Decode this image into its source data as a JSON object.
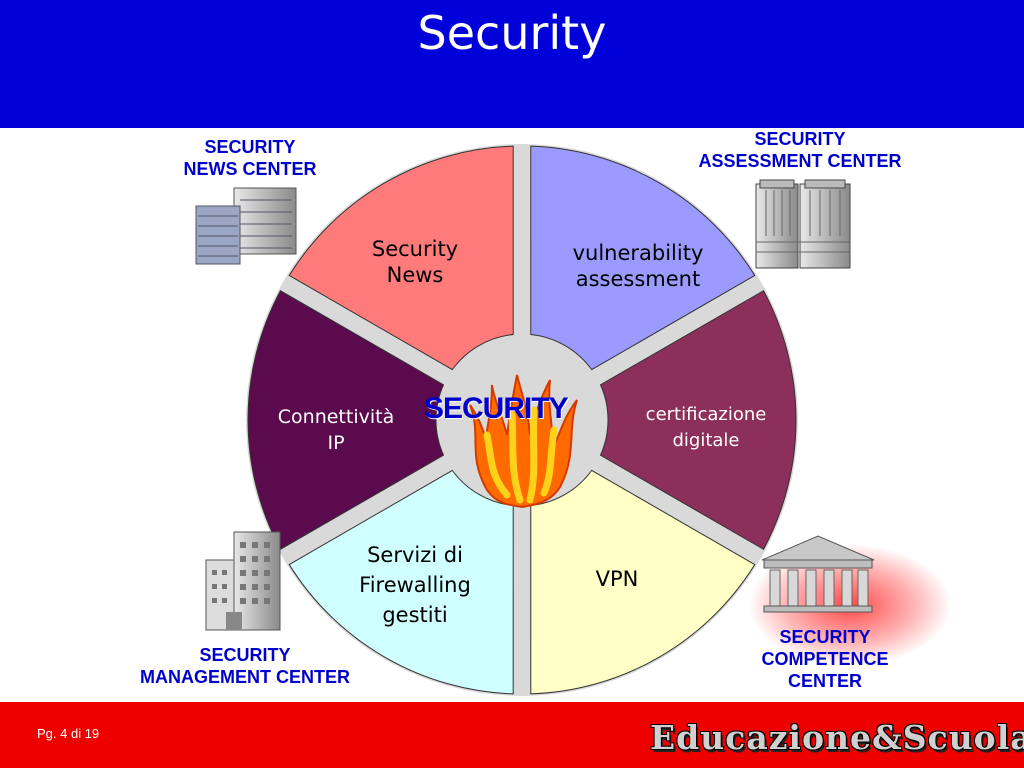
{
  "header": {
    "title": "Security"
  },
  "center": {
    "label": "SECURITY"
  },
  "segments": {
    "security_news": {
      "line1": "Security",
      "line2": "News"
    },
    "vulnerability": {
      "line1": "vulnerability",
      "line2": "assessment"
    },
    "certificazione": {
      "line1": "certificazione",
      "line2": "digitale"
    },
    "vpn": {
      "line1": "VPN"
    },
    "firewalling": {
      "line1": "Servizi di",
      "line2": "Firewalling",
      "line3": "gestiti"
    },
    "connettivita": {
      "line1": "Connettività",
      "line2": "IP"
    }
  },
  "corners": {
    "news_center": {
      "line1": "SECURITY",
      "line2": "NEWS CENTER"
    },
    "assessment_center": {
      "line1": "SECURITY",
      "line2": "ASSESSMENT CENTER"
    },
    "management_center": {
      "line1": "SECURITY",
      "line2": "MANAGEMENT CENTER"
    },
    "competence_center": {
      "line1": "SECURITY",
      "line2": "COMPETENCE",
      "line3": "CENTER"
    }
  },
  "footer": {
    "page": "Pg. 4 di 19",
    "logo": "Educazione&Scuola"
  },
  "colors": {
    "header": "#0000d8",
    "footer": "#ee0000",
    "label_blue": "#0000cc",
    "security_news": "#ff7b7b",
    "vulnerability": "#9b9bff",
    "certificazione": "#8c2f5a",
    "vpn": "#ffffc6",
    "firewalling": "#cfffff",
    "connettivita": "#5c0a4e"
  }
}
